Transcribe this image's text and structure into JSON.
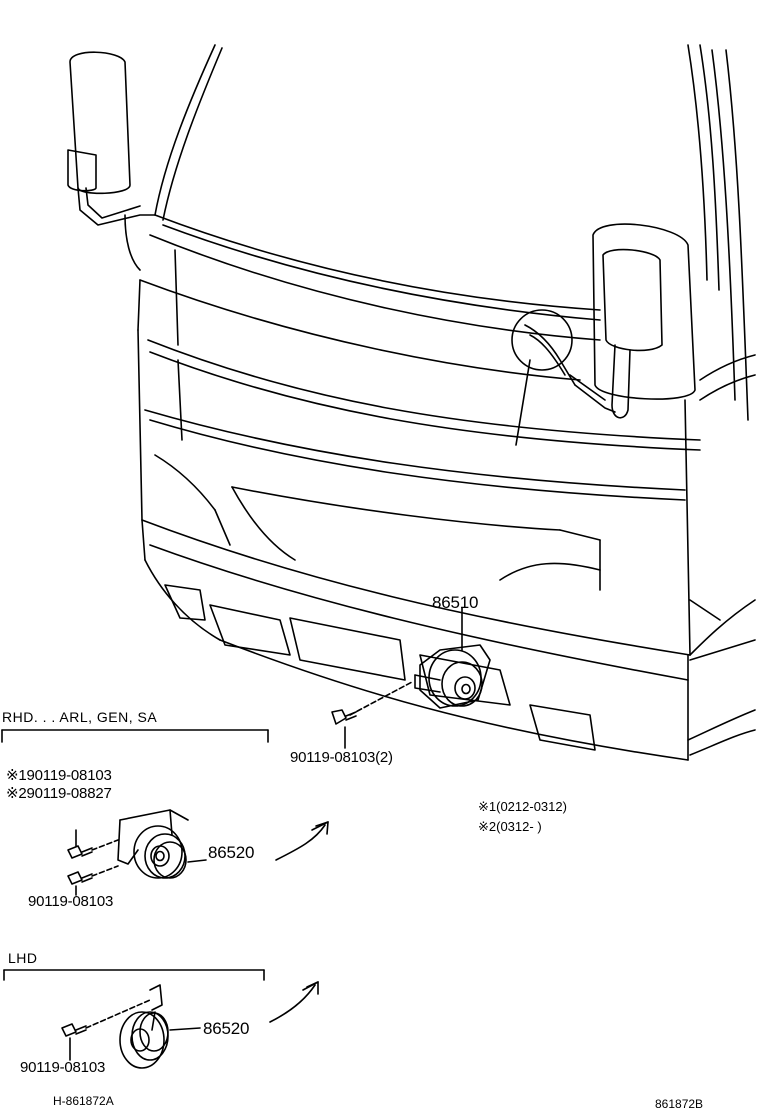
{
  "sections": {
    "rhd_title": "RHD. . . ARL, GEN, SA",
    "lhd_title": "LHD"
  },
  "labels": {
    "horn_assy_high": "86510",
    "bolt_qty2": "90119-08103(2)",
    "rhd_bolt_note1": "※190119-08103",
    "rhd_bolt_note2": "※290119-08827",
    "rhd_horn_low": "86520",
    "rhd_bolt": "90119-08103",
    "lhd_horn_low": "86520",
    "lhd_bolt": "90119-08103"
  },
  "notes": {
    "note1": "※1(0212-0312)",
    "note2": "※2(0312-        )"
  },
  "codes": {
    "left": "H-861872A",
    "right": "861872B"
  }
}
